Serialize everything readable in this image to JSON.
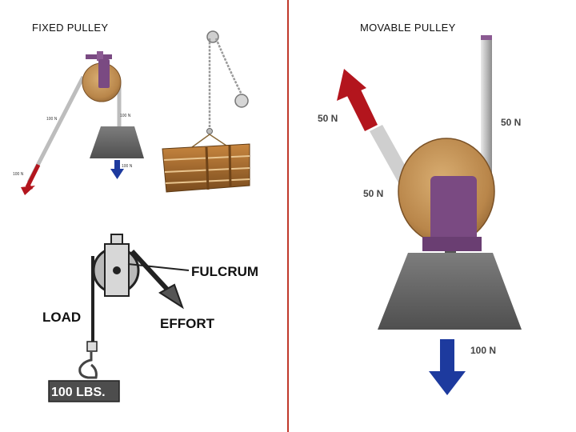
{
  "left_panel": {
    "title": "FIXED PULLEY",
    "top_diagram": {
      "force_effort": "100 N",
      "force_rope": "100 N",
      "force_load": "100 N",
      "force_arrow_tip": "100 N"
    },
    "bottom_diagram": {
      "fulcrum_label": "FULCRUM",
      "load_label": "LOAD",
      "effort_label": "EFFORT",
      "weight_label": "100 LBS."
    }
  },
  "right_panel": {
    "title": "MOVABLE PULLEY",
    "force_up_arrow": "50 N",
    "force_right_rope": "50 N",
    "force_left_rope": "50 N",
    "force_load": "100 N"
  },
  "colors": {
    "divider": "#c0392b",
    "effort_arrow": "#b3151d",
    "load_arrow": "#1d3a9e",
    "pulley_bracket": "#7a4a82",
    "wood": "#c89a5e",
    "stone": "#6b6b6b"
  }
}
